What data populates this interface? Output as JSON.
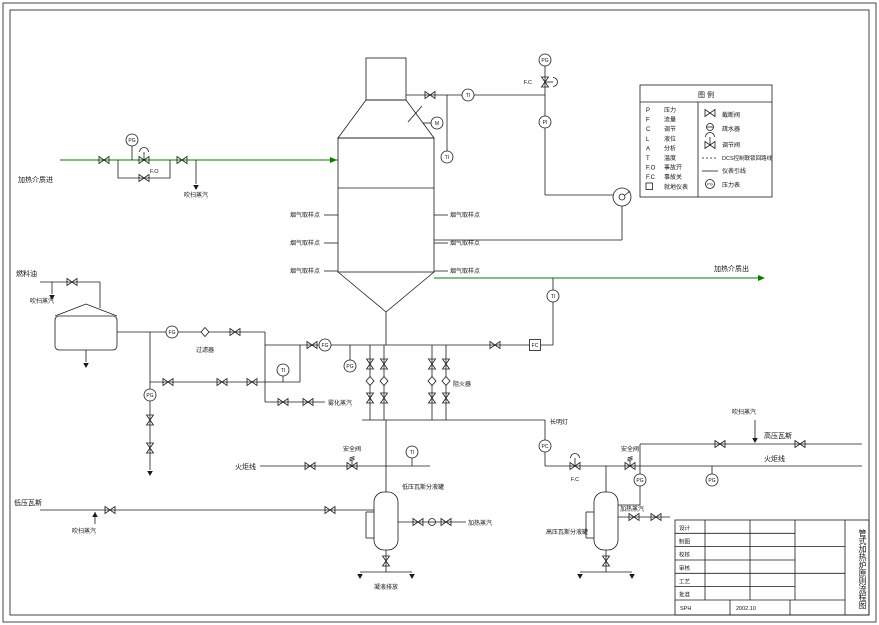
{
  "streams": {
    "heat_in": "加热介质进",
    "heat_out": "加热介质出",
    "fuel_oil": "燃料油",
    "lp_gas": "低压瓦斯",
    "hp_gas": "高压瓦斯",
    "flare_left": "火炬线",
    "flare_right": "火炬线",
    "purge_steam": "吹扫蒸汽",
    "atomizing_steam": "雾化蒸汽",
    "heating_steam": "加热蒸汽",
    "sample_point": "烟气取样点",
    "condensate": "凝液排放"
  },
  "equipment": {
    "filter": "过滤器",
    "flame_arrestor": "阻火器",
    "pilot_burner": "长明灯",
    "safety_valve": "安全阀",
    "lp_drum": "低压瓦斯分液罐",
    "hp_drum": "高压瓦斯分液罐"
  },
  "instruments": {
    "pg": "PG",
    "pi": "PI",
    "ti": "TI",
    "fg": "FG",
    "fc": "FC",
    "pc": "PC",
    "m": "M",
    "fail_open": "F.O",
    "fail_close": "F.C"
  },
  "legend": {
    "title": "图  例",
    "left": [
      {
        "code": "P",
        "label": "压力"
      },
      {
        "code": "F",
        "label": "流量"
      },
      {
        "code": "C",
        "label": "调节"
      },
      {
        "code": "L",
        "label": "液位"
      },
      {
        "code": "A",
        "label": "分析"
      },
      {
        "code": "T",
        "label": "温度"
      },
      {
        "code": "F.O",
        "label": "事故开"
      },
      {
        "code": "F.C",
        "label": "事故关"
      },
      {
        "code": "",
        "label": "就地仪表"
      }
    ],
    "right": [
      {
        "label": "截断阀"
      },
      {
        "label": "疏水器"
      },
      {
        "label": "调节阀"
      },
      {
        "label": "DCS控制联锁回路线"
      },
      {
        "label": "仪表引线"
      },
      {
        "label": "压力表"
      }
    ]
  },
  "titleblock": {
    "title": "管式加热炉原则流程图",
    "rows": [
      "设计",
      "制图",
      "校核",
      "审核",
      "工艺",
      "批准"
    ],
    "company": "SPH",
    "date": "2002.10"
  }
}
